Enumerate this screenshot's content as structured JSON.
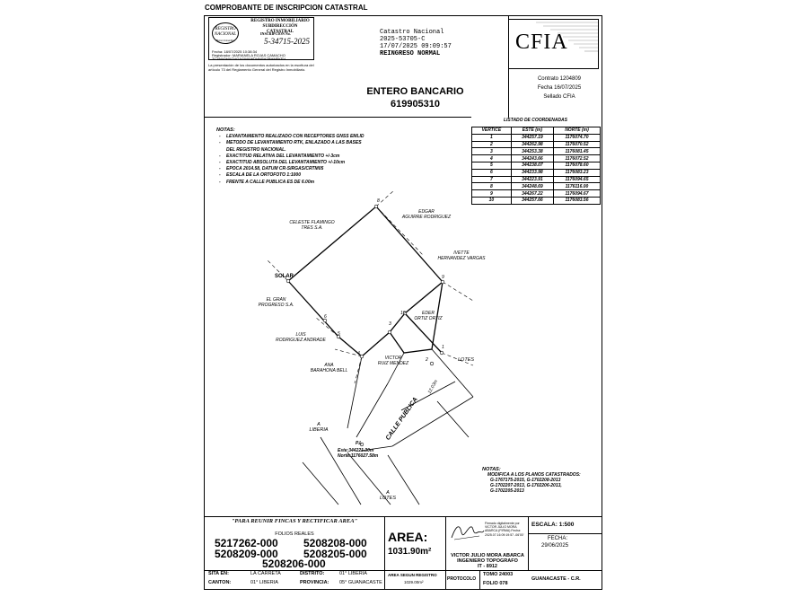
{
  "header": {
    "title": "COMPROBANTE DE INSCRIPCION CATASTRAL"
  },
  "registro": {
    "logo_text": "REGISTRO NACIONAL",
    "logo_sub": "Bienes Inmuebles",
    "org_line1": "REGISTRO INMOBILIARIO",
    "org_line2": "SUBDIRECCIÓN CATASTRAL",
    "inscripcion_label": "INSCRIPCIÓN No.",
    "inscripcion_number": "5-34715-2025",
    "fecha_line": "Fecha:   18/07/2025  10:38:34",
    "registrador_line": "Registrador: MARIANELA ROJAS CAMACHO",
    "hash_line": "TCYNV0HYGVGAGWYWDHNSHZBHMFKFV",
    "legal_text": "La presentación de los documentos autorizados en la escritura del artículo 73 del Reglamento General del Registro Inmobiliario."
  },
  "catastro": {
    "line1": "Catastro Nacional",
    "line2": "2025-53705-C",
    "line3": "17/07/2025 09:09:57",
    "line4": "REINGRESO NORMAL"
  },
  "cfia": {
    "logo": "CFIA",
    "contrato": "Contrato 1204809",
    "fecha": "Fecha 16/07/2025",
    "sellado": "Sellado CFIA"
  },
  "entero": {
    "label": "ENTERO BANCARIO",
    "number": "619905310"
  },
  "notas_title": "NOTAS:",
  "notas": [
    "LEVANTAMIENTO REALIZADO CON RECEPTORES GNSS EMLID",
    "METODO DE LEVANTAMIENTO RTK, ENLAZADO A LAS BASES",
    "DEL REGISTRO NACIONAL.",
    "EXACTITUD RELATIVA DEL LEVANTAMIENTO +/-3cm",
    "EXACTITUD ABSOLUTA DEL LEVANTAMIENTO +/-10cm",
    "EPOCA 2014.58, DATUM CR-SIRGAS/CRTM05",
    "ESCALA DE LA ORTOFOTO 1:1000",
    "FRENTE A CALLE PUBLICA ES DE 6.00m"
  ],
  "coords": {
    "title": "LISTADO DE COORDENADAS",
    "headers": [
      "VERTICE",
      "ESTE (m)",
      "NORTE (m)"
    ],
    "rows": [
      [
        "1",
        "344257.19",
        "1176074.70"
      ],
      [
        "2",
        "344262.98",
        "1176070.52"
      ],
      [
        "3",
        "344253.38",
        "1176081.45"
      ],
      [
        "4",
        "344243.66",
        "1176072.52"
      ],
      [
        "5",
        "344238.07",
        "1176078.60"
      ],
      [
        "6",
        "344233.98",
        "1176083.23"
      ],
      [
        "7",
        "344223.91",
        "1176094.65"
      ],
      [
        "8",
        "344248.69",
        "1176116.00"
      ],
      [
        "9",
        "344267.22",
        "1176094.67"
      ],
      [
        "10",
        "344257.66",
        "1176083.56"
      ]
    ]
  },
  "plan": {
    "solar": "SOLAR",
    "celeste": "CELESTE FLAMINGO\nTRES S.A.",
    "edgar": "EDGAR\nAGUIRRE RODRIGUEZ",
    "ivette": "IVETTE\nHERNANDEZ VARGAS",
    "gran": "EL GRAN\nPROGRESO S.A.",
    "eder": "EDER\nORTIZ ORTIZ",
    "luis": "LUIS\nRODRIGUEZ ANDRADE",
    "victor": "VICTOR\nRUIZ MENDEZ",
    "ana": "ANA\nBARAHONA BELL",
    "lotes1": "LOTES",
    "lotes2": "A\nLOTES",
    "liberia": "A\nLIBERIA",
    "calle": "CALLE PUBLICA",
    "dist": "12.03m",
    "pi": "P.I.",
    "este_pi": "Este:344221.30m",
    "norte_pi": "Norte:1176027.58m",
    "v1": "1",
    "v2": "2",
    "v3": "3",
    "v4": "4",
    "v5": "5",
    "v6": "6",
    "v7": "7",
    "v8": "8",
    "v9": "9",
    "v10": "10"
  },
  "notas2_title": "NOTAS:",
  "notas2": [
    "MODIFICA A LOS PLANOS CATASTRADOS:",
    "G-1767175-2015, G-1702208-2013",
    "G-1702207-2013, G-1702206-2013,",
    "G-1702205-2013"
  ],
  "footer": {
    "reunir": "\"PARA REUNIR FINCAS Y RECTIFICAR AREA\"",
    "folios_title": "FOLIOS REALES",
    "folios": [
      "5217262-000",
      "5208208-000",
      "5208209-000",
      "5208205-000",
      "5208206-000"
    ],
    "area_label": "AREA:",
    "area_value": "1031.90m²",
    "sig_text": "Firmado digitalmente por VICTOR JULIO MORA ABARCA (FIRMA) Fecha: 2025.07.16 09:19:57 -06'00'",
    "escala": "ESCALA: 1:500",
    "fecha_label": "FECHA:",
    "fecha_value": "29/06/2025",
    "ing1": "VICTOR JULIO MORA ABARCA",
    "ing2": "INGENIERO TOPOGRAFO",
    "ing3": "IT - 8912",
    "sita": "SITA EN:",
    "sita_v": "LA CARRETA",
    "canton": "CANTON:",
    "canton_v": "01° LIBERIA",
    "distrito": "DISTRITO:",
    "distrito_v": "01° LIBERIA",
    "provincia": "PROVINCIA:",
    "provincia_v": "05° GUANACASTE",
    "area_reg": "AREA SEGUN REGISTRO",
    "area_reg_v": "1029.00m²",
    "protocolo": "PROTOCOLO",
    "tomo": "TOMO 24003",
    "folio": "FOLIO 078",
    "guana": "GUANACASTE  -  C.R."
  },
  "colors": {
    "ink": "#000000",
    "paper": "#ffffff"
  }
}
